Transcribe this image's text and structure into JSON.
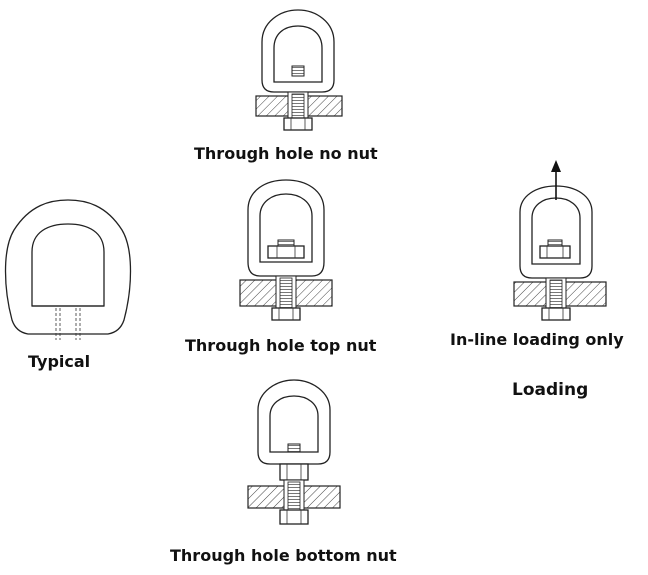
{
  "figures": {
    "typical": {
      "label": "Typical"
    },
    "no_nut": {
      "label": "Through hole no nut"
    },
    "top_nut": {
      "label": "Through hole top nut"
    },
    "bottom_nut": {
      "label": "Through hole bottom nut"
    },
    "inline": {
      "label": "In-line loading only"
    },
    "loading": {
      "label": "Loading"
    }
  }
}
